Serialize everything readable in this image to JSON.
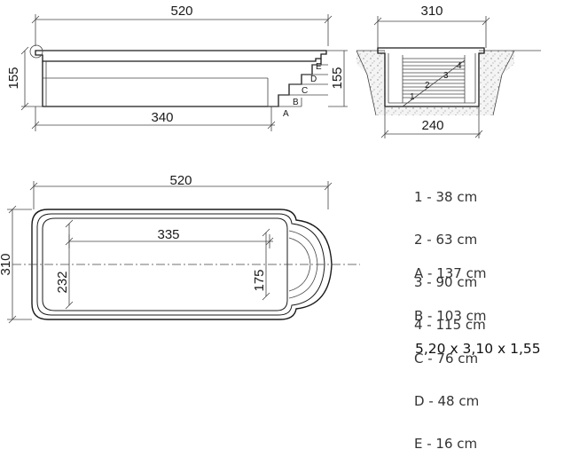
{
  "side_view": {
    "length": "520",
    "depth": "155",
    "floor_length": "340",
    "step_labels": [
      "A",
      "B",
      "C",
      "D",
      "E"
    ]
  },
  "end_view": {
    "width": "310",
    "depth": "155",
    "floor_width": "240",
    "step_labels": [
      "1",
      "2",
      "3",
      "4"
    ]
  },
  "top_view": {
    "length": "520",
    "width": "310",
    "inner_length": "335",
    "inner_width": "232",
    "step_width": "175"
  },
  "legend_numbers": [
    "1 - 38 cm",
    "2 - 63 cm",
    "3 - 90 cm",
    "4 - 115 cm"
  ],
  "legend_letters": [
    "A - 137 cm",
    "B - 103 cm",
    "C - 76 cm",
    "D - 48 cm",
    "E - 16 cm"
  ],
  "overall_size": "5,20 x 3,10 x 1,55"
}
